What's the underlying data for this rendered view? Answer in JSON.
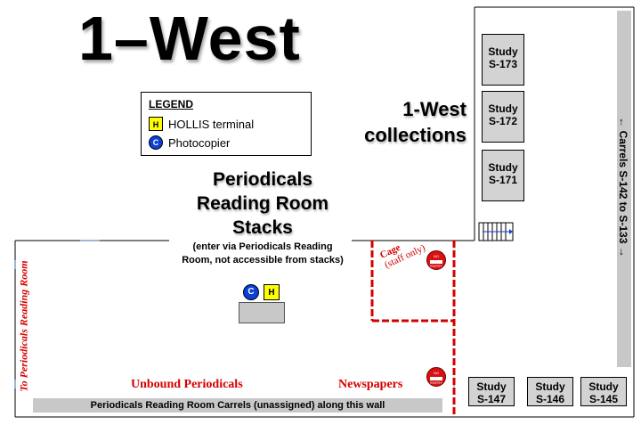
{
  "title": "1–West",
  "legend": {
    "heading": "LEGEND",
    "items": [
      {
        "glyph": "H",
        "label": "HOLLIS terminal",
        "color": "#ffff00"
      },
      {
        "glyph": "C",
        "label": "Photocopier",
        "color": "#0b3fd6"
      }
    ]
  },
  "collections": {
    "line1": "1-West",
    "line2": "collections"
  },
  "periodicals_room": {
    "line1": "Periodicals",
    "line2": "Reading Room",
    "line3": "Stacks",
    "note_line1": "(enter via Periodicals Reading",
    "note_line2": "Room, not accessible from stacks)"
  },
  "study_rooms_right": [
    {
      "label": "Study",
      "number": "S-173"
    },
    {
      "label": "Study",
      "number": "S-172"
    },
    {
      "label": "Study",
      "number": "S-171"
    }
  ],
  "study_rooms_bottom": [
    {
      "label": "Study",
      "number": "S-147"
    },
    {
      "label": "Study",
      "number": "S-146"
    },
    {
      "label": "Study",
      "number": "S-145"
    }
  ],
  "carrels_column": "← Carrels S-142 to S-133 →",
  "cage": {
    "line1": "Cage",
    "line2": "(staff only)"
  },
  "sign_text": {
    "line1": "NO",
    "line2": "ENTRY"
  },
  "to_periodicals": "To Periodicals Reading Room",
  "unbound": "Unbound Periodicals",
  "newspapers": "Newspapers",
  "bottom_bar": "Periodicals Reading Room Carrels (unassigned) along this wall",
  "map_icons": {
    "copier": "C",
    "hollis": "H"
  },
  "colors": {
    "red": "#d40000",
    "gray": "#c8c8c8",
    "yellow": "#ffff00",
    "blue": "#0b3fd6"
  }
}
